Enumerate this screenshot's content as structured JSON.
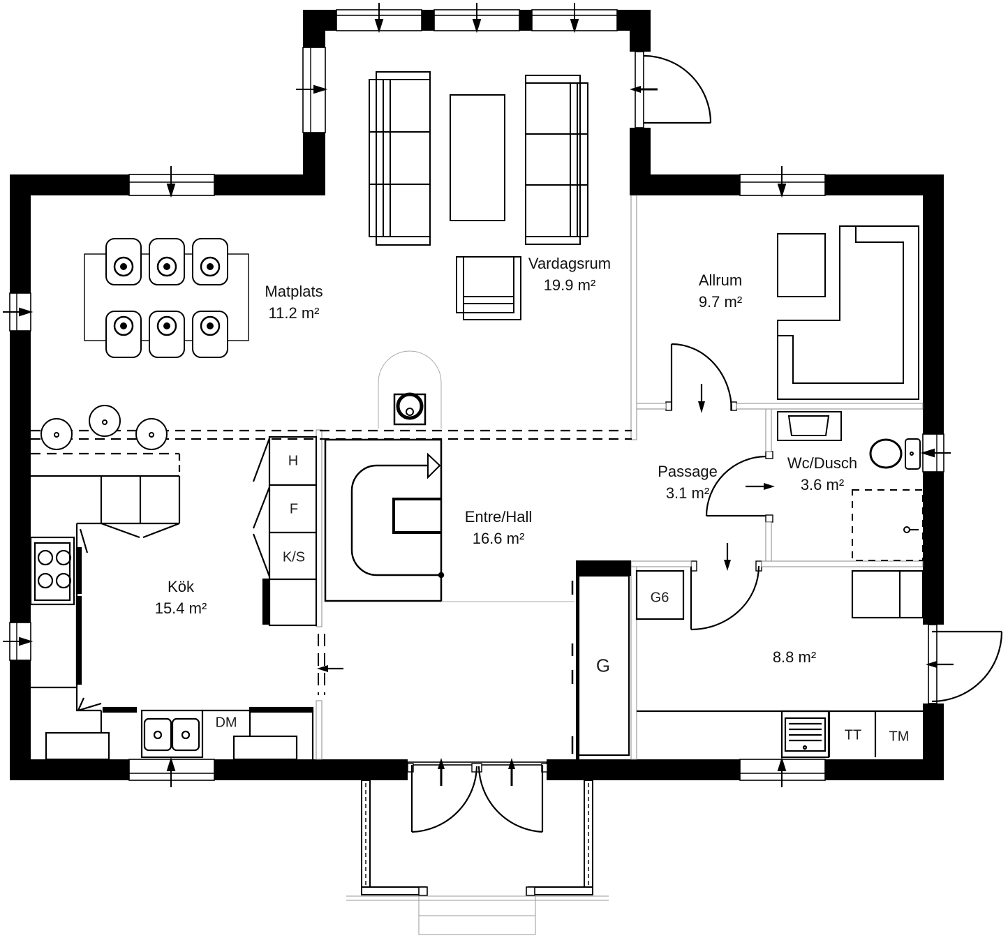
{
  "plan": {
    "type": "floor-plan",
    "units": "m²"
  },
  "rooms": [
    {
      "id": "matplats",
      "name": "Matplats",
      "area": "11.2 m²"
    },
    {
      "id": "vardagsrum",
      "name": "Vardagsrum",
      "area": "19.9 m²"
    },
    {
      "id": "allrum",
      "name": "Allrum",
      "area": "9.7 m²"
    },
    {
      "id": "passage",
      "name": "Passage",
      "area": "3.1 m²"
    },
    {
      "id": "wc-dusch",
      "name": "Wc/Dusch",
      "area": "3.6 m²"
    },
    {
      "id": "entre-hall",
      "name": "Entre/Hall",
      "area": "16.6 m²"
    },
    {
      "id": "kok",
      "name": "Kök",
      "area": "15.4 m²"
    },
    {
      "id": "utility",
      "name": "",
      "area": "8.8 m²"
    }
  ],
  "appliance_tags": {
    "h": "H",
    "f": "F",
    "ks": "K/S",
    "dm": "DM",
    "g6": "G6",
    "g": "G",
    "tt": "TT",
    "tm": "TM"
  }
}
